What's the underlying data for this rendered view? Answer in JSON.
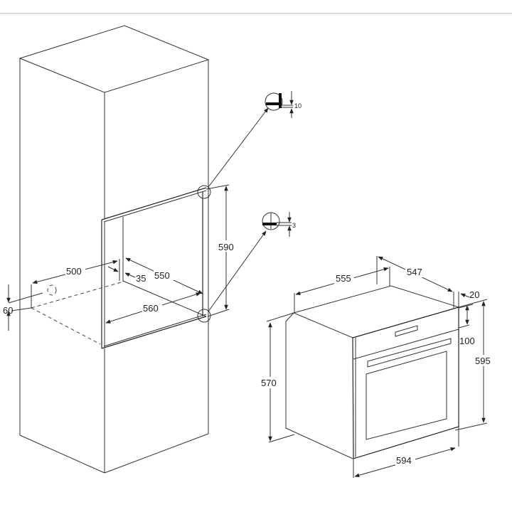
{
  "diagram": {
    "cabinet_dimensions": {
      "height_opening": "590",
      "depth_top": "500",
      "setback": "35",
      "depth_inner": "550",
      "width_opening": "560",
      "vent_gap": "60",
      "detail_top_gap": "10",
      "detail_bottom_gap": "3"
    },
    "oven_dimensions": {
      "body_width": "555",
      "depth": "547",
      "front_thickness": "20",
      "control_panel_height": "100",
      "total_height": "595",
      "body_height": "570",
      "front_width": "594"
    }
  }
}
